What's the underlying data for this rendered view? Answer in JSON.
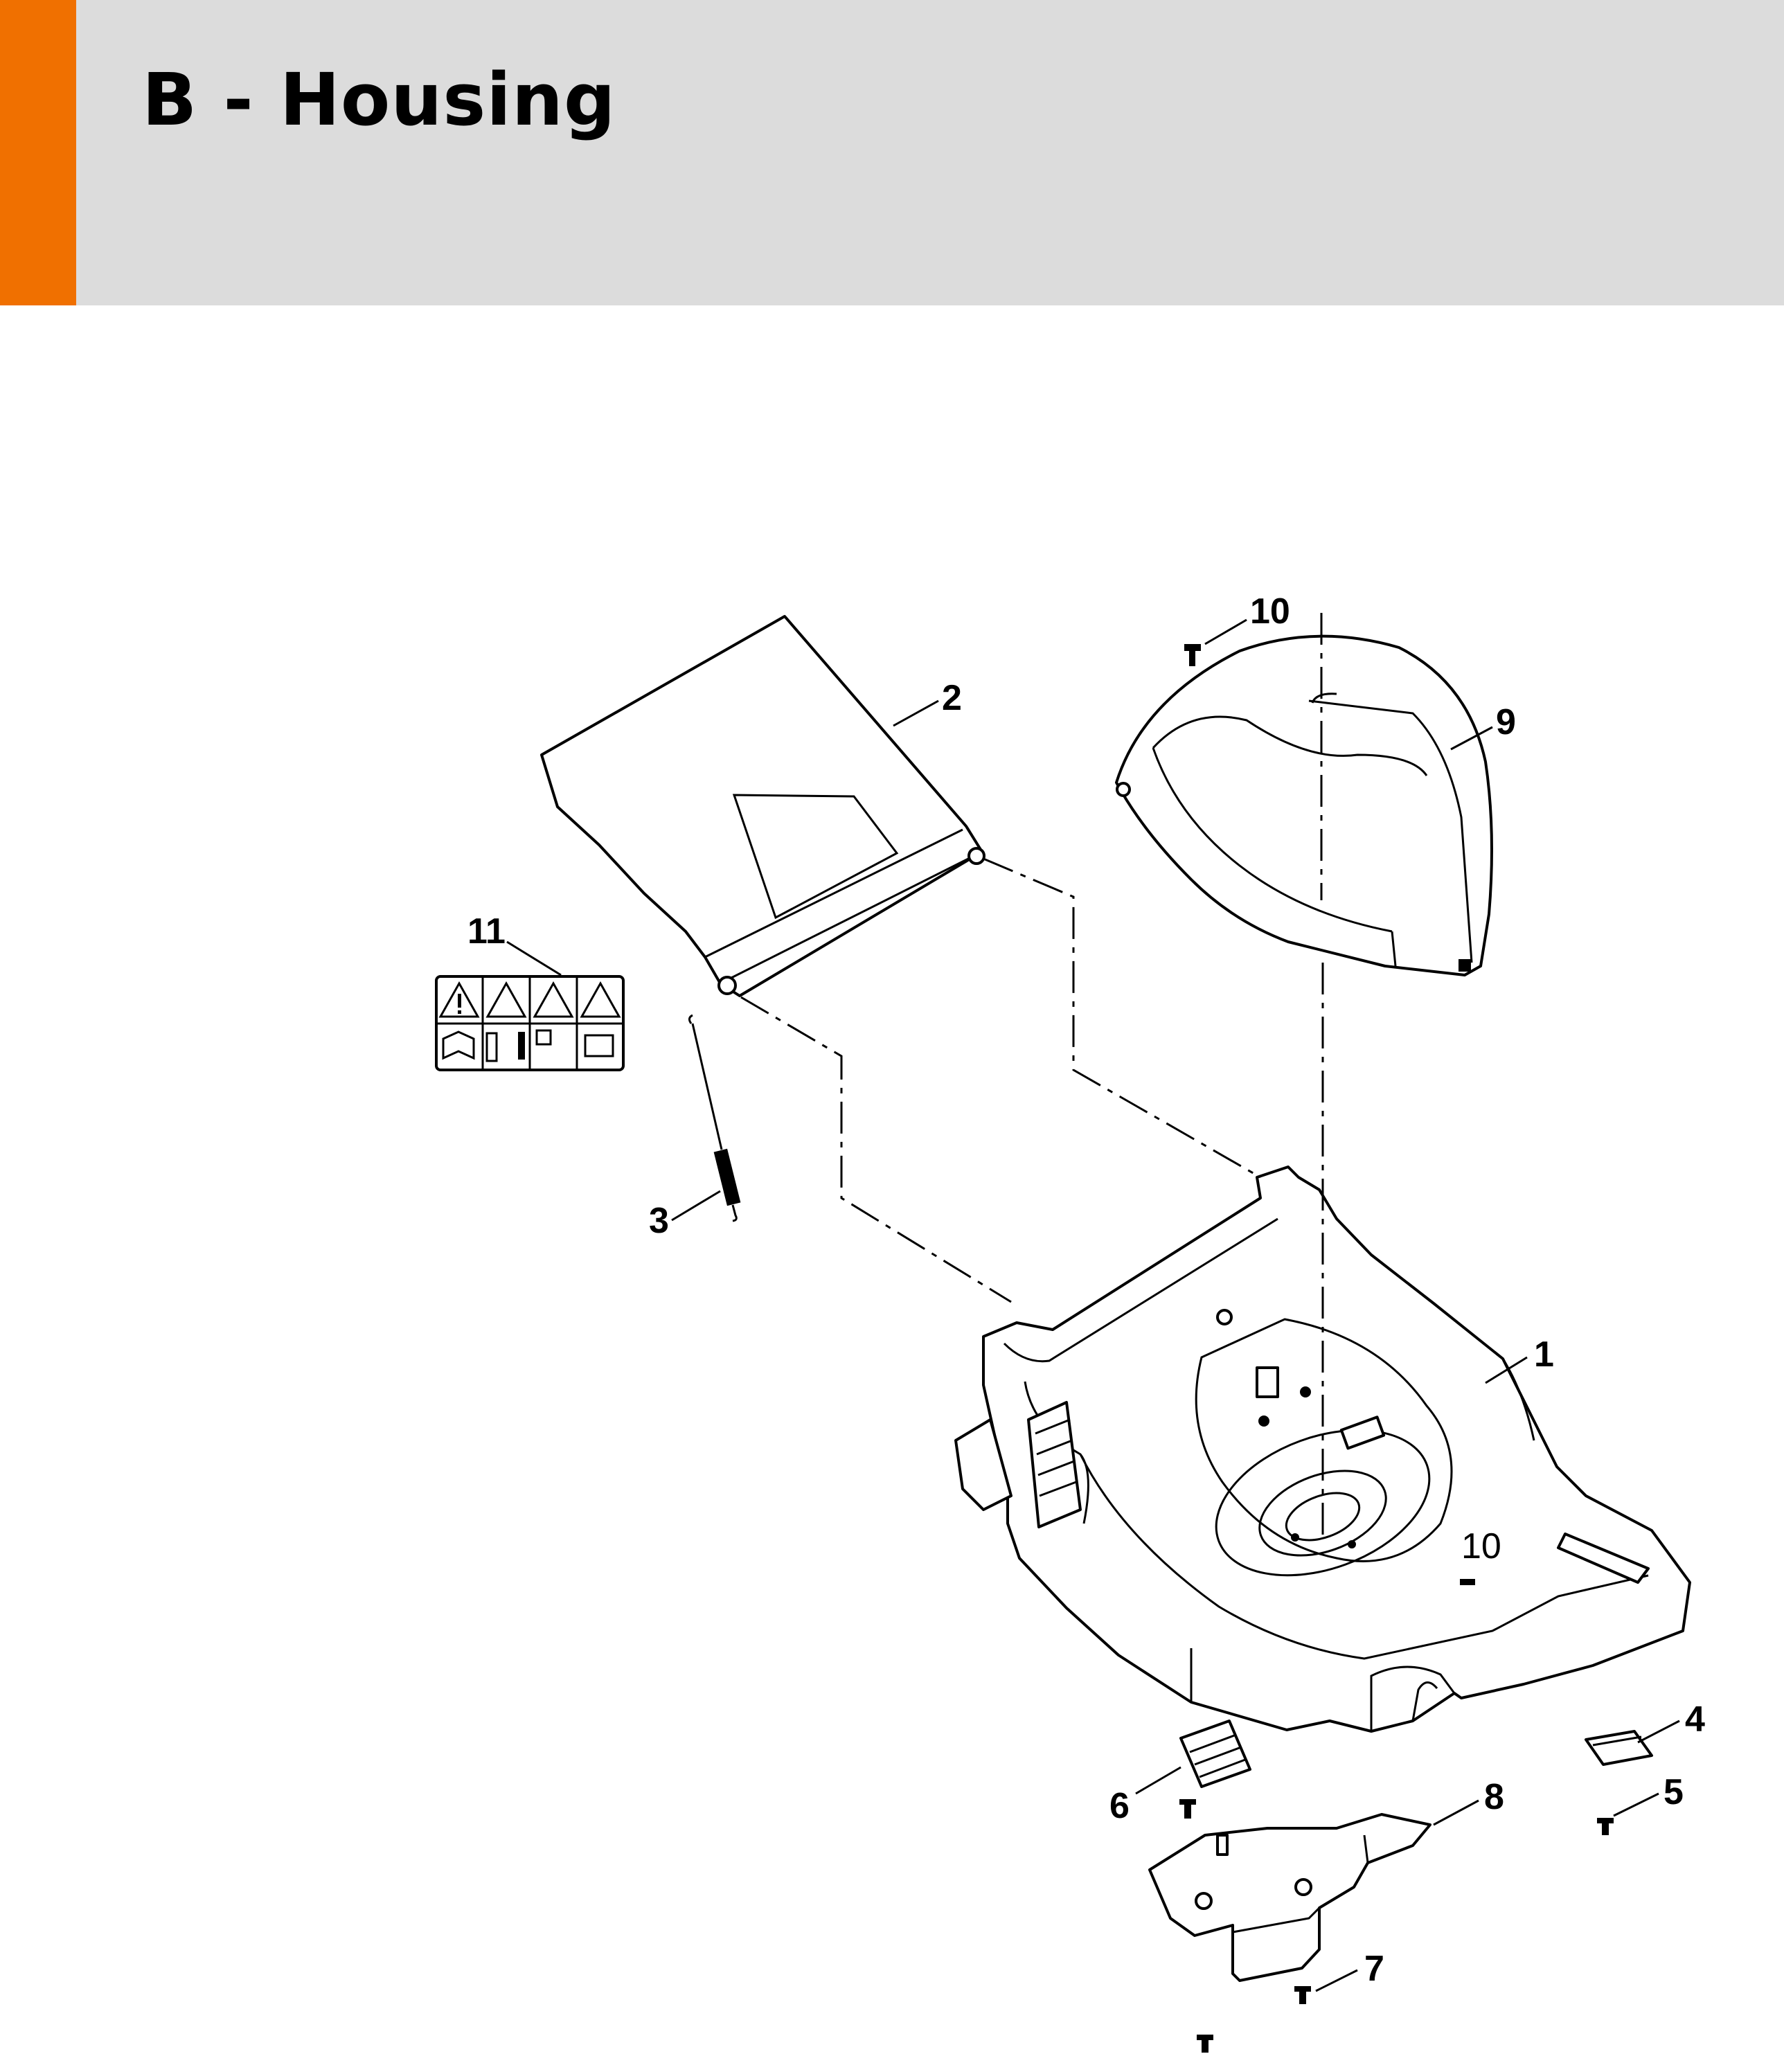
{
  "header": {
    "title": "B - Housing",
    "accent_color": "#f07000",
    "background_color": "#dcdcdc"
  },
  "callouts": {
    "c1": "1",
    "c2": "2",
    "c3": "3",
    "c4": "4",
    "c5": "5",
    "c6": "6",
    "c7": "7",
    "c8": "8",
    "c9": "9",
    "c10a": "10",
    "c10b": "10",
    "c11": "11"
  },
  "parts": {
    "housing_icon": "mower-deck-shape",
    "grass_box_lid_icon": "grass-catcher-lid-shape",
    "spring_icon": "tension-spring-shape",
    "cover_icon": "motor-cover-shape",
    "label_icon": "warning-pictogram-label",
    "screw_icon": "screw-shape"
  }
}
